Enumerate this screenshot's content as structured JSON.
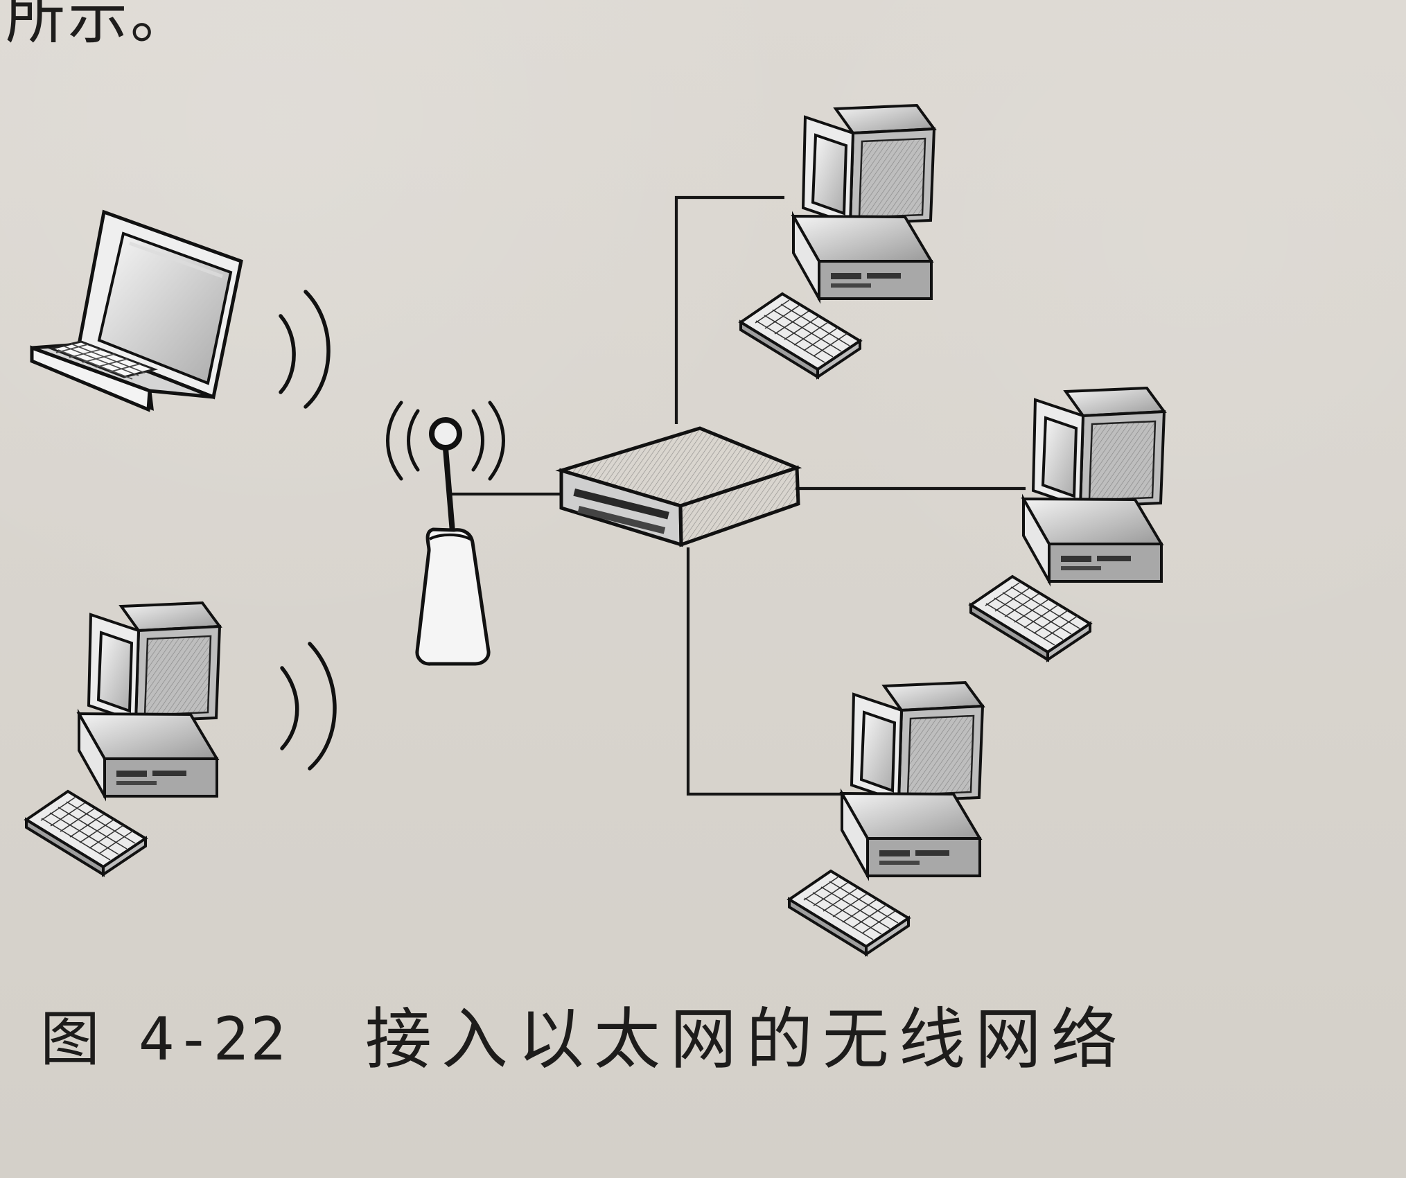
{
  "page": {
    "top_fragment": "所示。",
    "caption": {
      "number": "图 4-22",
      "title": "接入以太网的无线网络"
    }
  },
  "diagram": {
    "nodes": [
      {
        "name": "laptop",
        "icon": "laptop-icon"
      },
      {
        "name": "wireless-desktop",
        "icon": "desktop-computer-icon"
      },
      {
        "name": "wireless-access-point",
        "icon": "antenna-icon"
      },
      {
        "name": "ethernet-hub",
        "icon": "network-hub-icon"
      },
      {
        "name": "top-desktop",
        "icon": "desktop-computer-icon"
      },
      {
        "name": "right-desktop",
        "icon": "desktop-computer-icon"
      },
      {
        "name": "bottom-desktop",
        "icon": "desktop-computer-icon"
      }
    ],
    "connections": [
      [
        "wireless-access-point",
        "ethernet-hub"
      ],
      [
        "ethernet-hub",
        "top-desktop"
      ],
      [
        "ethernet-hub",
        "right-desktop"
      ],
      [
        "ethernet-hub",
        "bottom-desktop"
      ]
    ],
    "wireless_links": [
      [
        "laptop",
        "wireless-access-point"
      ],
      [
        "wireless-desktop",
        "wireless-access-point"
      ]
    ]
  }
}
